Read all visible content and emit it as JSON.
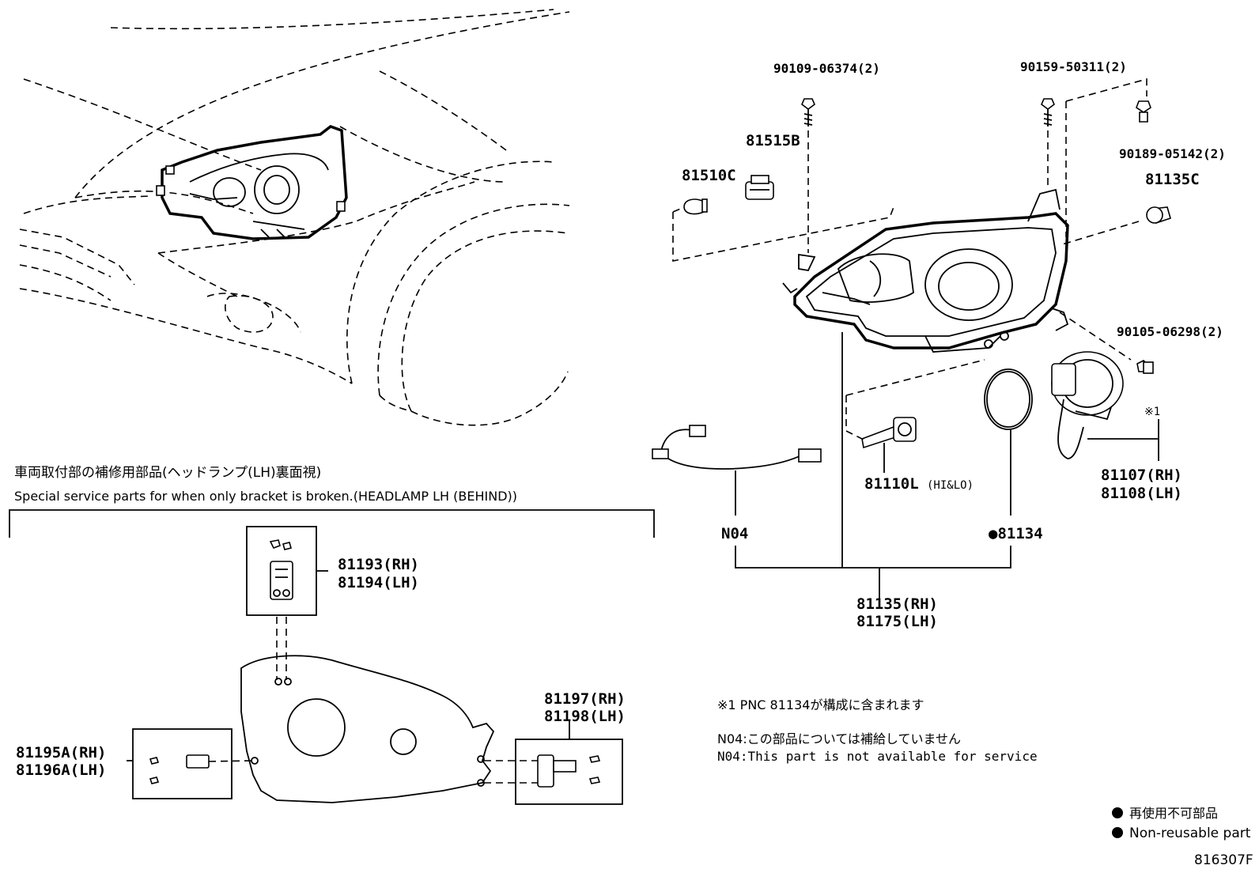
{
  "labels": {
    "p90109": "90109-06374(2)",
    "p90159": "90159-50311(2)",
    "p81515": "81515B",
    "p81510": "81510C",
    "p90189": "90189-05142(2)",
    "p81135c": "81135C",
    "p90105": "90105-06298(2)",
    "mark1": "※1",
    "p81107": "81107(RH)",
    "p81108": "81108(LH)",
    "p81110": "81110L",
    "p81110note": "(HI&LO)",
    "n04": "N04",
    "p81134": "●81134",
    "p81135rh": "81135(RH)",
    "p81175lh": "81175(LH)",
    "p81193": "81193(RH)",
    "p81194": "81194(LH)",
    "p81197": "81197(RH)",
    "p81198": "81198(LH)",
    "p81195": "81195A(RH)",
    "p81196": "81196A(LH)"
  },
  "special": {
    "jp": "車両取付部の補修用部品(ヘッドランプ(LH)裏面視)",
    "en": "Special service parts for when only bracket is broken.(HEADLAMP LH (BEHIND))"
  },
  "notes": {
    "note1": "※1  PNC 81134が構成に含まれます",
    "n04_jp": "N04:この部品については補給していません",
    "n04_en": "N04:This part is not available for service"
  },
  "legend": {
    "jp": "再使用不可部品",
    "en": "Non-reusable part"
  },
  "figure_id": "816307F"
}
